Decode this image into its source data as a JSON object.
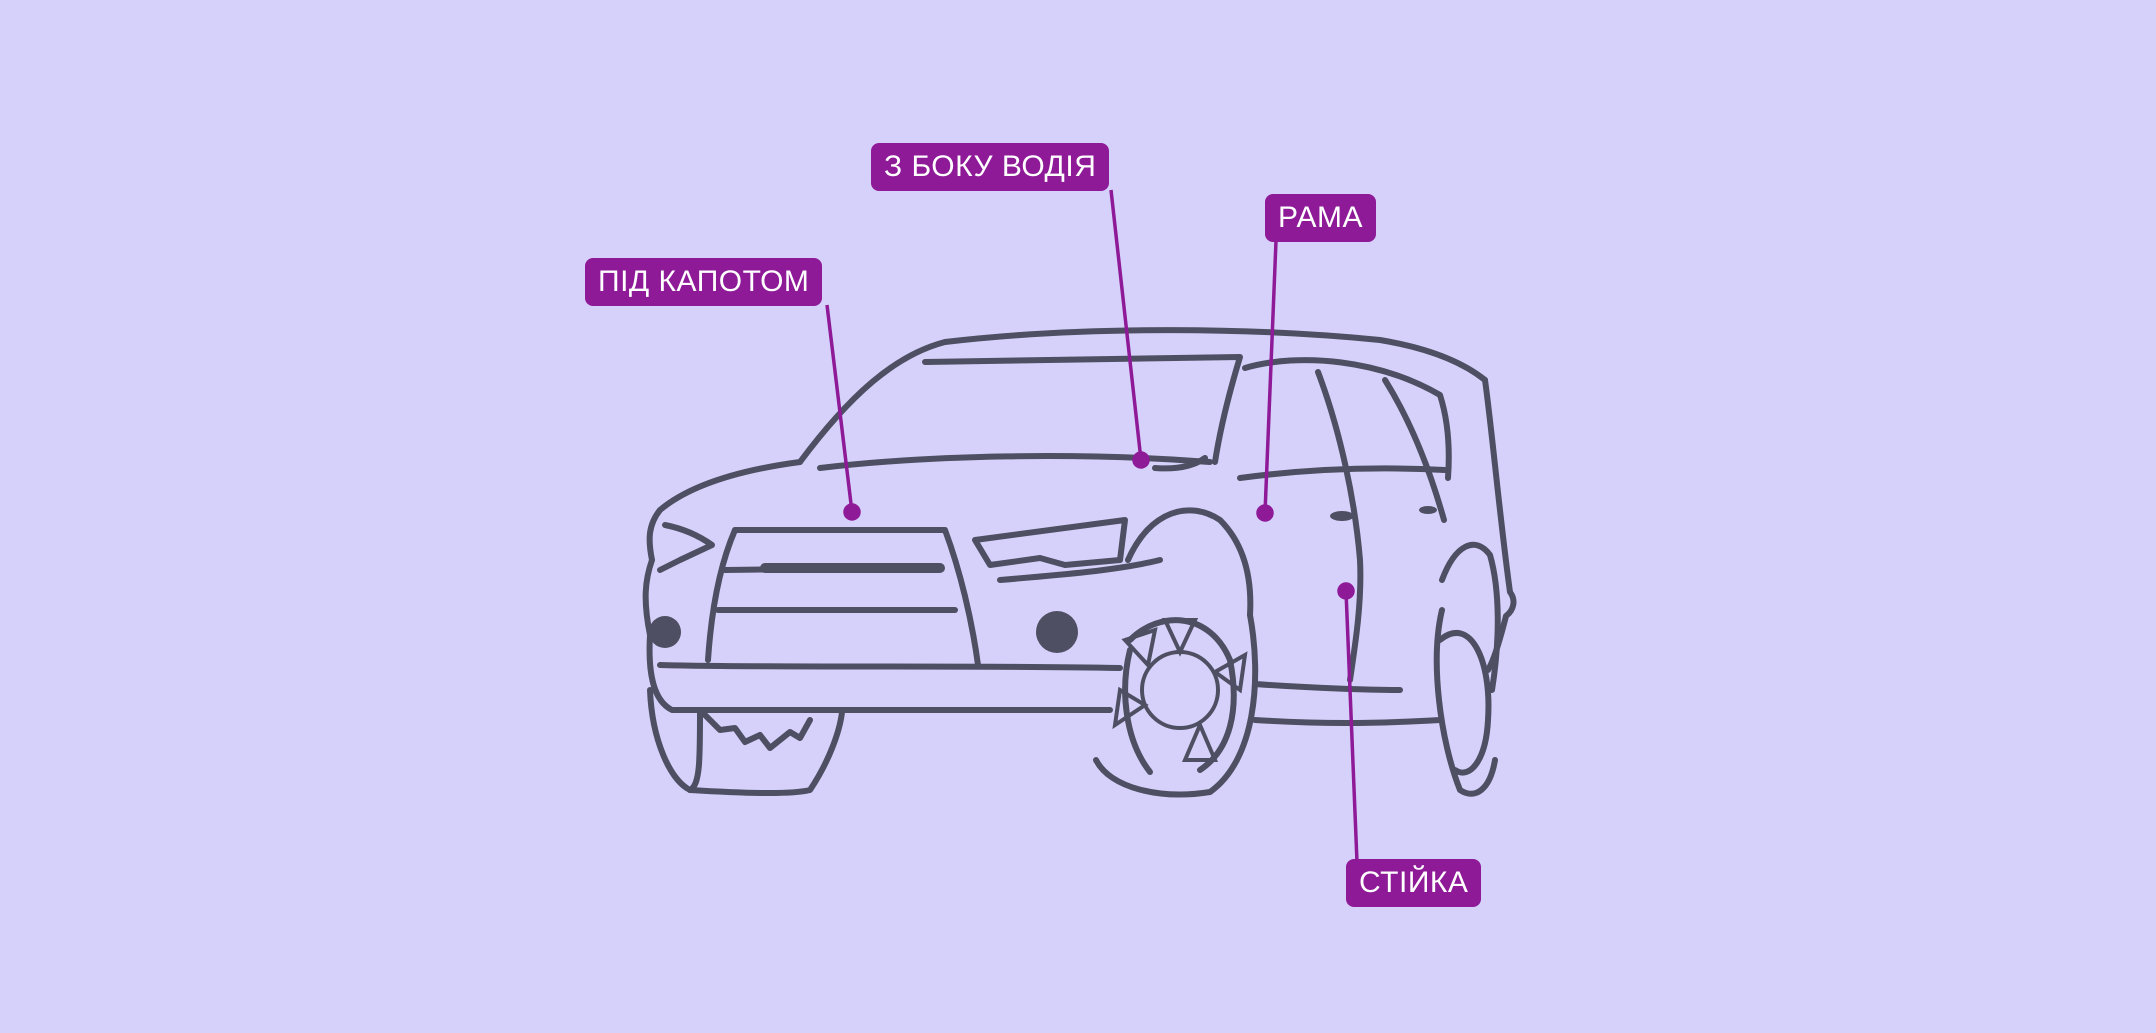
{
  "labels": {
    "under_hood": "ПІД КАПОТОМ",
    "driver_side": "З БОКУ ВОДІЯ",
    "frame": "РАМА",
    "pillar": "СТІЙКА"
  },
  "colors": {
    "background": "#d6d1fb",
    "accent": "#8e1a98",
    "outline": "#4e4f62"
  },
  "icons": {
    "car": "suv-outline-icon"
  }
}
